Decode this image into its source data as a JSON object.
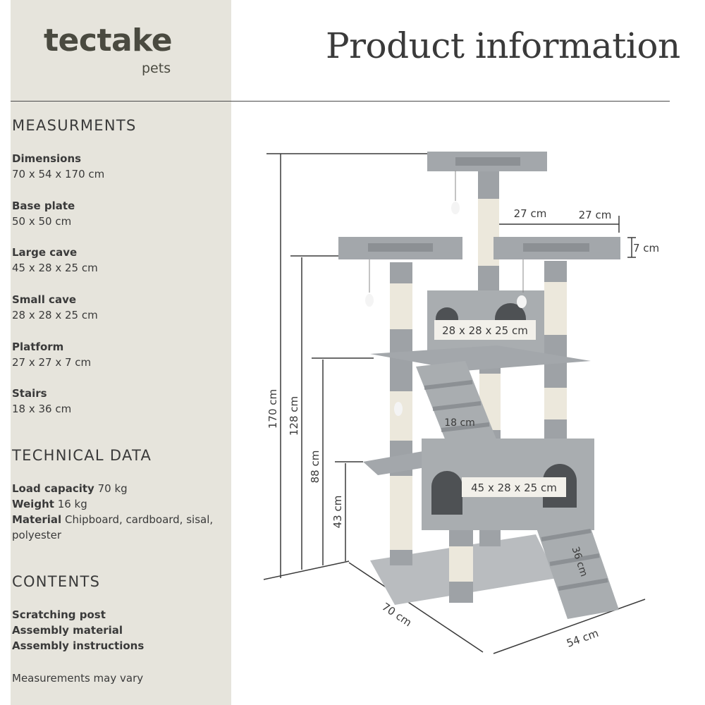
{
  "brand": {
    "name": "tectake",
    "sub": "pets"
  },
  "title": "Product information",
  "sections": {
    "measurements": {
      "heading": "MEASURMENTS",
      "items": [
        {
          "label": "Dimensions",
          "value": "70 x 54 x 170 cm"
        },
        {
          "label": "Base plate",
          "value": "50 x 50 cm"
        },
        {
          "label": "Large cave",
          "value": "45 x 28 x 25 cm"
        },
        {
          "label": "Small cave",
          "value": "28 x 28 x 25 cm"
        },
        {
          "label": "Platform",
          "value": "27 x 27 x 7 cm"
        },
        {
          "label": "Stairs",
          "value": "18 x 36 cm"
        }
      ]
    },
    "technical": {
      "heading": "TECHNICAL DATA",
      "load_label": "Load capacity",
      "load_value": "70 kg",
      "weight_label": "Weight",
      "weight_value": "16 kg",
      "material_label": "Material",
      "material_value": "Chipboard, cardboard, sisal, polyester"
    },
    "contents": {
      "heading": "CONTENTS",
      "items": [
        "Scratching post",
        "Assembly material",
        "Assembly instructions"
      ]
    }
  },
  "note": "Measurements may vary",
  "diagram_labels": {
    "height_total": "170 cm",
    "height_top_platforms": "128 cm",
    "height_mid": "88 cm",
    "height_low": "43 cm",
    "platform_width_1": "27 cm",
    "platform_width_2": "27 cm",
    "platform_height": "7 cm",
    "small_cave": "28 x 28 x 25 cm",
    "large_cave": "45 x 28 x 25 cm",
    "stairs_width": "18 cm",
    "stairs_length": "36 cm",
    "base_depth": "70 cm",
    "base_width": "54 cm"
  },
  "colors": {
    "sidebar": "#e6e4dc",
    "text": "#3a3a3a",
    "plush": "#a9adb0",
    "sisal": "#ece8dc"
  }
}
